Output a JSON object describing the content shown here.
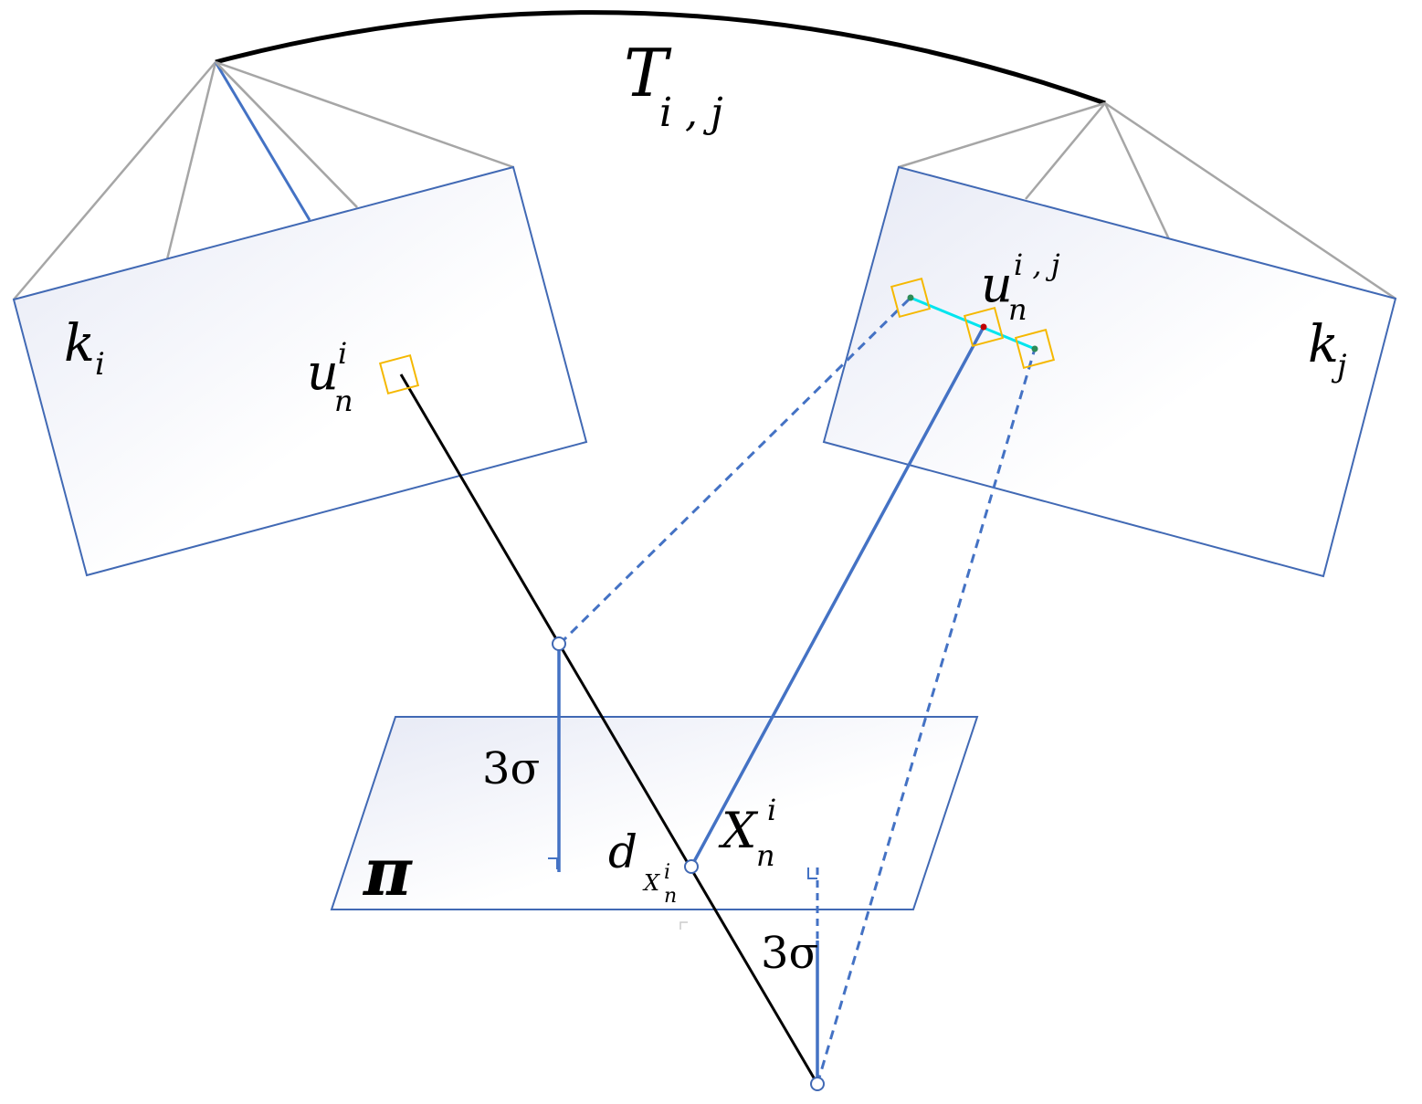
{
  "labels": {
    "transform": {
      "main": "T",
      "sub": "i , j"
    },
    "keyframe_i": {
      "main": "k",
      "sub": "i"
    },
    "keyframe_j": {
      "main": "k",
      "sub": "j"
    },
    "feature_i": {
      "main": "u",
      "sup": "i",
      "sub": "n"
    },
    "feature_ij": {
      "main": "u",
      "sup": "i , j",
      "sub": "n"
    },
    "point": {
      "main": "X",
      "sup": "i",
      "sub": "n"
    },
    "depth": {
      "main": "d",
      "sub_main": "X",
      "sub_sup": "i",
      "sub_sub": "n"
    },
    "sigma_upper": "3σ",
    "sigma_lower": "3σ",
    "plane": "π"
  },
  "colors": {
    "frame_stroke": "#4169b4",
    "frame_fill_light": "#e9ecf6",
    "frame_fill_white": "#ffffff",
    "ray_gray": "#a6a6a6",
    "ray_blue": "#4472c4",
    "ray_black": "#000000",
    "feature_box": "#f5b800",
    "epipolar_line": "#00e5ee",
    "point_green": "#2e8b57",
    "point_red": "#c00000"
  }
}
